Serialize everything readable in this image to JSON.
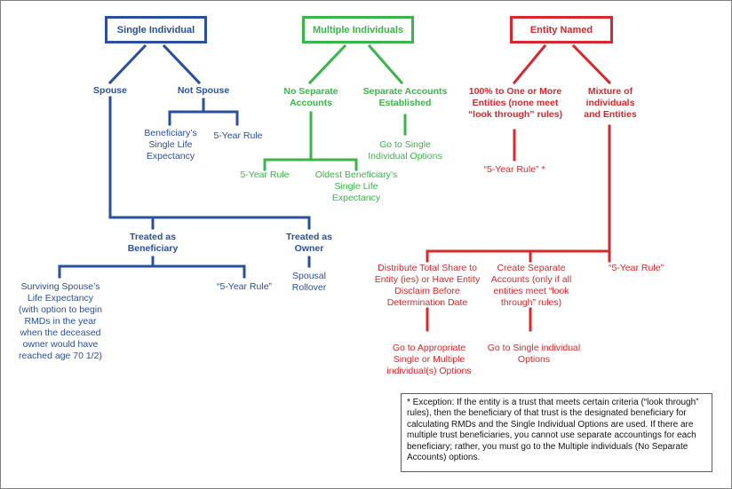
{
  "colors": {
    "single": "#2a4f9b",
    "multiple": "#3ab54a",
    "entity": "#d7282f"
  },
  "single": {
    "title": "Single Individual",
    "spouse": "Spouse",
    "not_spouse": "Not Spouse",
    "ns_life": "Beneficiary’s\nSingle Life\nExpectancy",
    "ns_5yr": "5-Year Rule",
    "treated_ben": "Treated as\nBeneficiary",
    "treated_owner": "Treated as\nOwner",
    "surviving": "Surviving Spouse’s\nLife Expectancy\n(with option to begin\nRMDs in the year\nwhen the deceased\nowner would have\nreached age 70 1/2)",
    "ben_5yr": "“5-Year Rule”",
    "rollover": "Spousal\nRollover"
  },
  "multiple": {
    "title": "Multiple Individuals",
    "no_sep": "No Separate\nAccounts",
    "sep": "Separate Accounts\nEstablished",
    "go_single": "Go to Single\nIndividual Options",
    "five_yr": "5-Year Rule",
    "oldest": "Oldest Beneficiary’s\nSingle Life\nExpectancy"
  },
  "entity": {
    "title": "Entity Named",
    "hundred": "100% to One or More\nEntities (none meet\n“look through” rules)",
    "mixture": "Mixture of\nindividuals\nand Entities",
    "five_yr_star": "“5-Year Rule” *",
    "distribute": "Distribute Total Share to\nEntity (ies) or Have Entity\nDisclaim Before\nDetermination Date",
    "create_sep": "Create Separate\nAccounts (only if all\nentities meet “look\nthrough” rules)",
    "five_yr": "“5-Year Rule”",
    "go_appropriate": "Go to Appropriate\nSingle or Multiple\nindividual(s) Options",
    "go_single": "Go to Single individual\nOptions"
  },
  "note": "* Exception: If the entity is a trust that meets certain criteria (“look through” rules), then the beneficiary of that trust is the designated beneficiary for calculating RMDs and the Single Individual Options are used. If there are multiple trust beneficiaries, you cannot use separate accountings for each beneficiary; rather, you must go to the Multiple individuals (No Separate Accounts) options."
}
